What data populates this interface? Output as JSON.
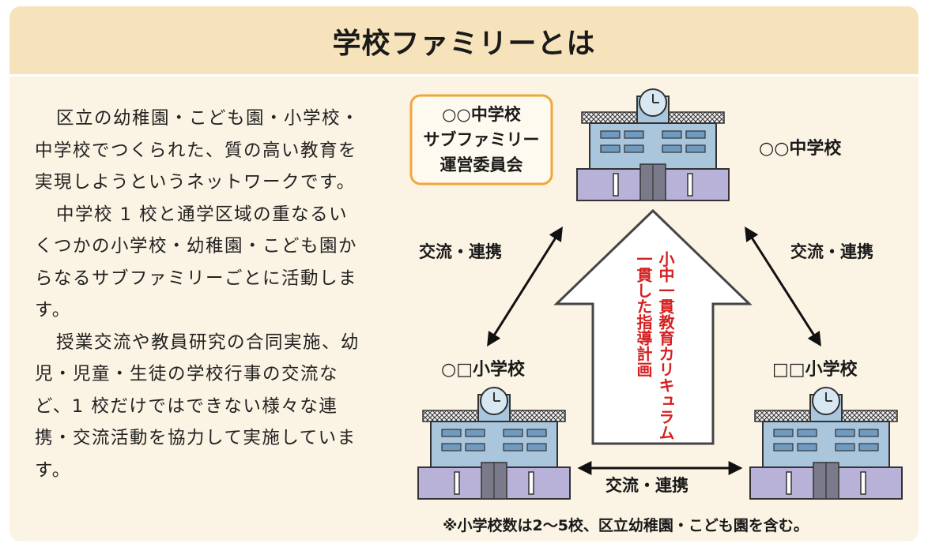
{
  "title": "学校ファミリーとは",
  "paragraphs": [
    "区立の幼稚園・こども園・小学校・中学校でつくられた、質の高い教育を実現しようというネットワークです。",
    "中学校 1 校と通学区域の重なるいくつかの小学校・幼稚園・こども園からなるサブファミリーごとに活動します。",
    "授業交流や教員研究の合同実施、幼児・児童・生徒の学校行事の交流など、1 校だけではできない様々な連携・交流活動を協力して実施しています。"
  ],
  "committee_lines": [
    "○○中学校",
    "サブファミリー",
    "運営委員会"
  ],
  "junior_high_label": "○○中学校",
  "elementary_left_label": "○□小学校",
  "elementary_right_label": "□□小学校",
  "link_label": "交流・連携",
  "arrow_text_col1": "小中一貫教育カリキュラム",
  "arrow_text_col2": "一貫した指導計画",
  "footnote": "※小学校数は2〜5校、区立幼稚園・こども園を含む。",
  "colors": {
    "header_bg": "#f6e2bb",
    "panel_bg": "#fbf3e3",
    "committee_border": "#f0a63a",
    "arrow_text": "#d62020",
    "building_blue": "#a9c6dc",
    "building_purple": "#b8b2d8"
  }
}
